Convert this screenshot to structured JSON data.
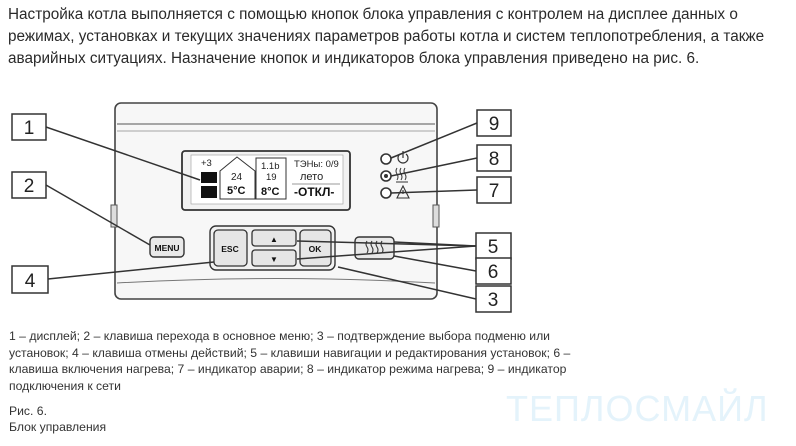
{
  "intro_text": "Настройка котла выполняется с помощью кнопок блока управления с контролем на дисплее данных о режимах, установках и текущих значениях параметров работы котла и систем теплопотребления, а также аварийных ситуациях. Назначение кнопок и индикаторов блока управления приведено на рис. 6.",
  "callouts": [
    "1",
    "2",
    "3",
    "4",
    "5",
    "6",
    "7",
    "8",
    "9"
  ],
  "display": {
    "outdoor_temp": "+3",
    "house_value": "24",
    "house_temp": "5°C",
    "mode_code": "1.1b",
    "mode_value": "19",
    "mode_temp": "8°C",
    "heaters": "ТЭНы: 0/9",
    "season": "лето",
    "status": "-ОТКЛ-"
  },
  "buttons": {
    "menu": "MENU",
    "esc": "ESC",
    "ok": "OK",
    "up": "▲",
    "down": "▼"
  },
  "caption": "1 – дисплей; 2 – клавиша перехода в основное меню; 3 – подтверждение выбора подменю или установок; 4 – клавиша отмены действий; 5 – клавиши навигации и редактирования установок; 6 – клавиша включения нагрева; 7 – индикатор аварии; 8 – индикатор режима нагрева; 9 – индикатор подключения к сети",
  "figure_label": "Рис. 6.",
  "figure_title": "Блок управления",
  "watermark": "ТЕПЛОСМАЙЛ"
}
